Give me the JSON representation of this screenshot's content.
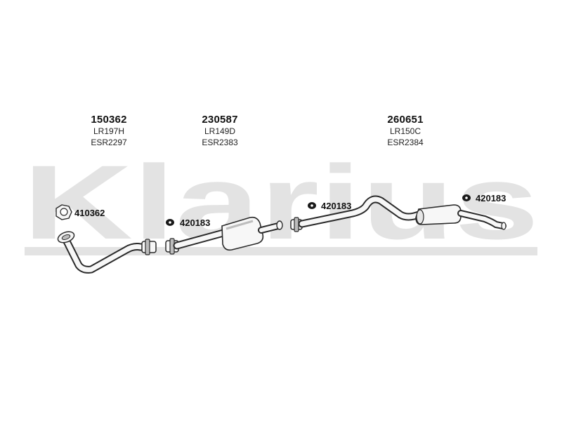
{
  "watermark": {
    "text": "Klarius",
    "color": "#e3e3e3"
  },
  "groups": [
    {
      "part_number": "150362",
      "ref1": "LR197H",
      "ref2": "ESR2297"
    },
    {
      "part_number": "230587",
      "ref1": "LR149D",
      "ref2": "ESR2383"
    },
    {
      "part_number": "260651",
      "ref1": "LR150C",
      "ref2": "ESR2384"
    }
  ],
  "callouts": [
    {
      "label": "410362",
      "icon": "gasket-ring-icon"
    },
    {
      "label": "420183",
      "icon": "rubber-hanger-icon"
    },
    {
      "label": "420183",
      "icon": "rubber-hanger-icon"
    },
    {
      "label": "420183",
      "icon": "rubber-hanger-icon"
    }
  ],
  "colors": {
    "outline": "#2a2a2a",
    "part_fill": "#f7f7f7",
    "shade": "#bdbdbd"
  }
}
